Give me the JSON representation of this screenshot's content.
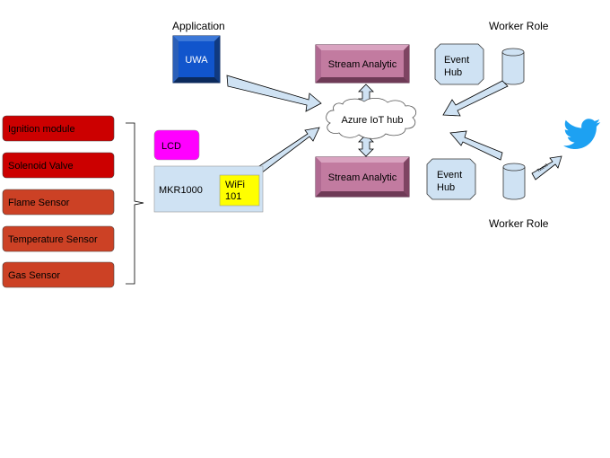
{
  "titles": {
    "application": "Application",
    "worker_role_top": "Worker Role",
    "worker_role_bottom": "Worker Role"
  },
  "app": {
    "label": "UWA"
  },
  "stream_analytic_top": "Stream Analytic",
  "stream_analytic_bottom": "Stream Analytic",
  "iot_hub": "Azure IoT hub",
  "event_hub_top": {
    "line1": "Event",
    "line2": "Hub"
  },
  "event_hub_bottom": {
    "line1": "Event",
    "line2": "Hub"
  },
  "tweet_label": "Tweet",
  "devices": {
    "lcd": "LCD",
    "mkr": "MKR1000",
    "wifi": {
      "line1": "WiFi",
      "line2": "101"
    }
  },
  "sensors": [
    {
      "label": "Ignition module",
      "color": "#cc0000"
    },
    {
      "label": "Solenoid Valve",
      "color": "#cc0000"
    },
    {
      "label": "Flame Sensor",
      "color": "#cc4125"
    },
    {
      "label": "Temperature Sensor",
      "color": "#cc4125"
    },
    {
      "label": "Gas Sensor",
      "color": "#cc4125"
    }
  ],
  "icons": {
    "twitter": "twitter-bird-icon"
  },
  "colors": {
    "app_blue": "#1155cc",
    "stream_magenta": "#c27ba0",
    "arrow_fill": "#cfe2f3",
    "lcd_magenta": "#ff00ff",
    "wifi_yellow": "#ffff00",
    "twitter_blue": "#1da1f2"
  }
}
